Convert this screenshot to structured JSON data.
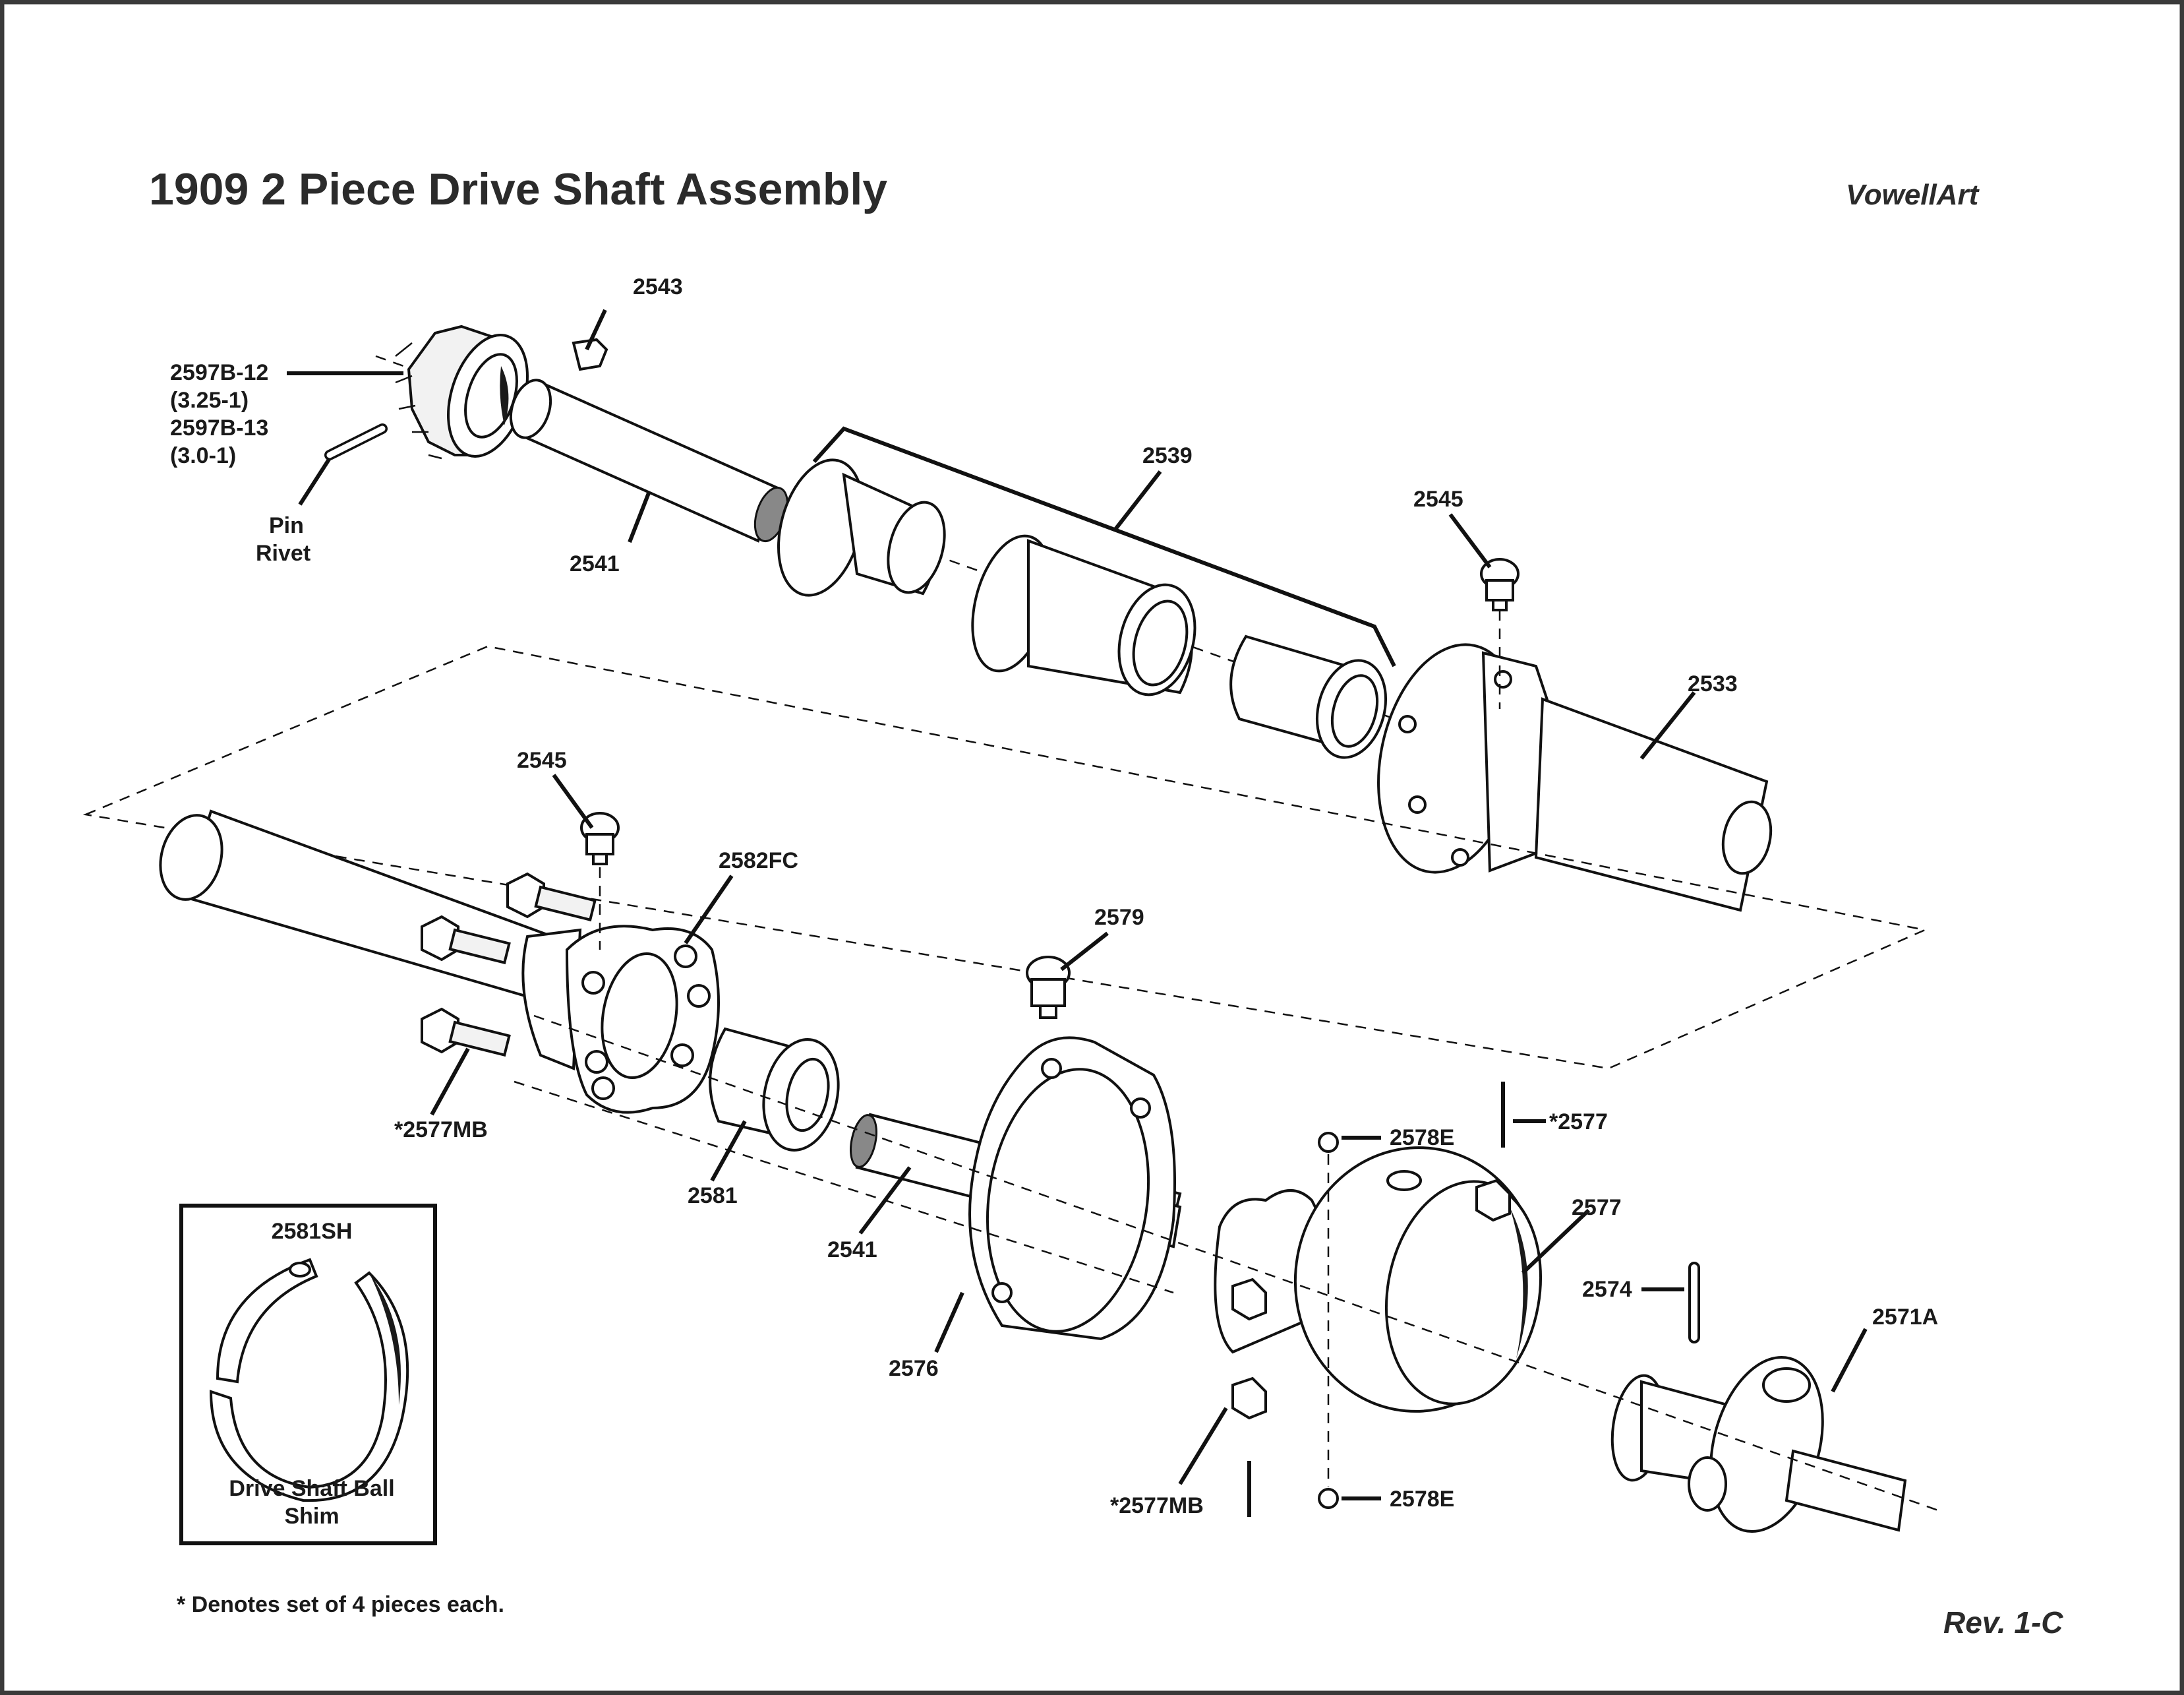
{
  "document": {
    "title": "1909 2 Piece Drive Shaft Assembly",
    "brand": "VowellArt",
    "revision": "Rev. 1-C",
    "footnote": "* Denotes set of 4 pieces each."
  },
  "callouts": {
    "p2543": "2543",
    "p2597b12": "2597B-12",
    "p2597b12_ratio": "(3.25-1)",
    "p2597b13": "2597B-13",
    "p2597b13_ratio": "(3.0-1)",
    "pin": "Pin",
    "rivet": "Rivet",
    "p2541_top": "2541",
    "p2539": "2539",
    "p2545_top": "2545",
    "p2533": "2533",
    "p2545_mid": "2545",
    "p2582fc": "2582FC",
    "p2579": "2579",
    "p2577mb_left": "*2577MB",
    "p2581": "2581",
    "p2541_bottom": "2541",
    "p2576": "2576",
    "p2578e_top": "2578E",
    "p2577_star": "*2577",
    "p2577": "2577",
    "p2574": "2574",
    "p2571a": "2571A",
    "p2577mb_bottom": "*2577MB",
    "p2578e_bottom": "2578E"
  },
  "inset": {
    "part_number": "2581SH",
    "caption_line1": "Drive Shaft Ball",
    "caption_line2": "Shim"
  }
}
